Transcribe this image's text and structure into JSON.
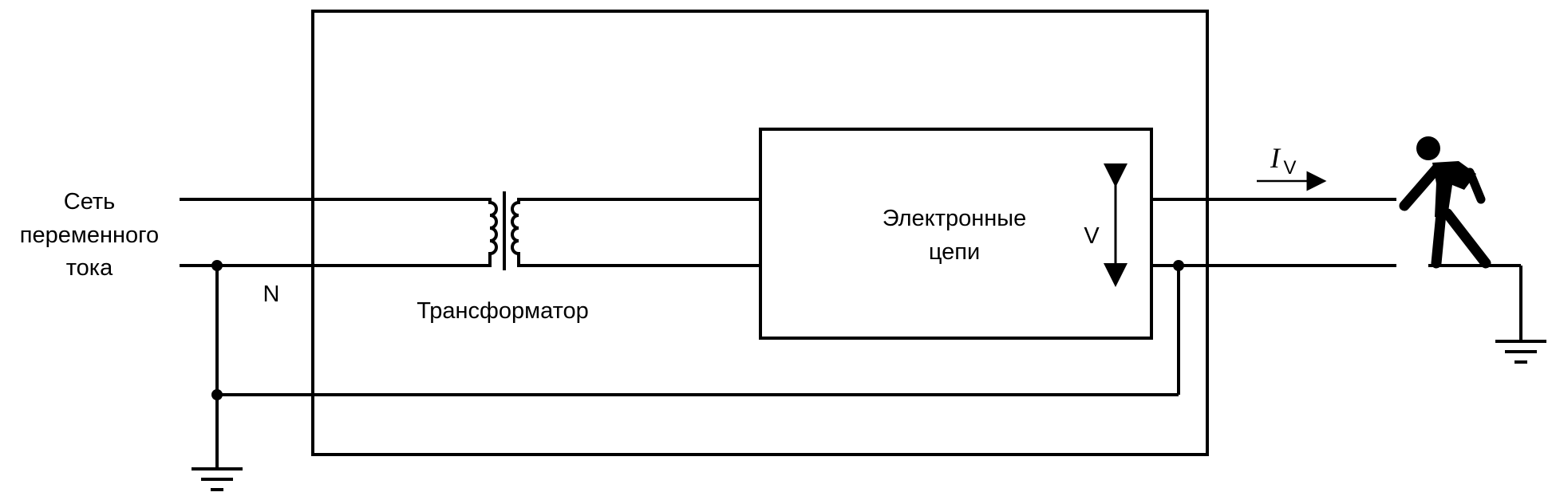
{
  "mains": {
    "label_line1": "Сеть",
    "label_line2": "переменного",
    "label_line3": "тока",
    "neutral_label": "N"
  },
  "transformer": {
    "label": "Трансформатор"
  },
  "electronics": {
    "label_line1": "Электронные",
    "label_line2": "цепи",
    "voltage_label": "V"
  },
  "current": {
    "symbol": "I",
    "subscript": "V"
  }
}
